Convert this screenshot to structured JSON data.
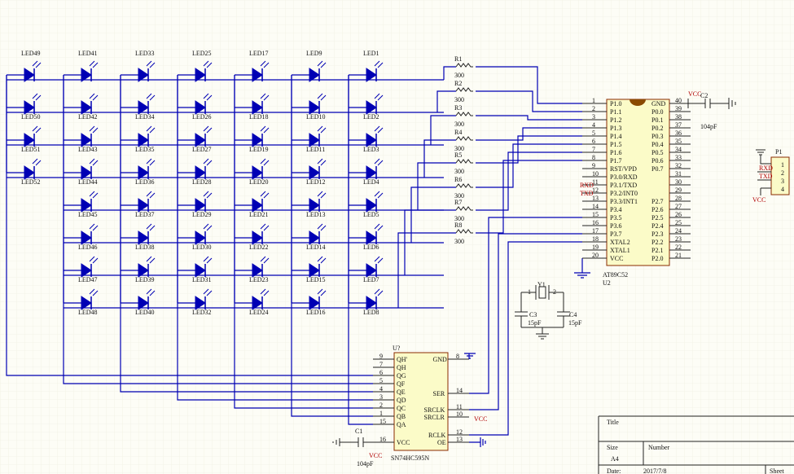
{
  "leds": {
    "cols": [
      {
        "labels": [
          "LED49",
          "LED50",
          "LED51",
          "LED52"
        ]
      },
      {
        "labels": [
          "LED41",
          "LED42",
          "LED43",
          "LED44",
          "LED45",
          "LED46",
          "LED47",
          "LED48"
        ]
      },
      {
        "labels": [
          "LED33",
          "LED34",
          "LED35",
          "LED36",
          "LED37",
          "LED38",
          "LED39",
          "LED40"
        ]
      },
      {
        "labels": [
          "LED25",
          "LED26",
          "LED27",
          "LED28",
          "LED29",
          "LED30",
          "LED31",
          "LED32"
        ]
      },
      {
        "labels": [
          "LED17",
          "LED18",
          "LED19",
          "LED20",
          "LED21",
          "LED22",
          "LED23",
          "LED24"
        ]
      },
      {
        "labels": [
          "LED9",
          "LED10",
          "LED11",
          "LED12",
          "LED13",
          "LED14",
          "LED15",
          "LED16"
        ]
      },
      {
        "labels": [
          "LED1",
          "LED2",
          "LED3",
          "LED4",
          "LED5",
          "LED6",
          "LED7",
          "LED8"
        ]
      }
    ]
  },
  "resistors": [
    {
      "ref": "R1",
      "value": "300"
    },
    {
      "ref": "R2",
      "value": "300"
    },
    {
      "ref": "R3",
      "value": "300"
    },
    {
      "ref": "R4",
      "value": "300"
    },
    {
      "ref": "R5",
      "value": "300"
    },
    {
      "ref": "R6",
      "value": "300"
    },
    {
      "ref": "R7",
      "value": "300"
    },
    {
      "ref": "R8",
      "value": "300"
    }
  ],
  "mcu": {
    "ref": "U2",
    "part": "AT89C52",
    "left_pins": [
      {
        "n": "1",
        "name": "P1.0"
      },
      {
        "n": "2",
        "name": "P1.1"
      },
      {
        "n": "3",
        "name": "P1.2"
      },
      {
        "n": "4",
        "name": "P1.3"
      },
      {
        "n": "5",
        "name": "P1.4"
      },
      {
        "n": "6",
        "name": "P1.5"
      },
      {
        "n": "7",
        "name": "P1.6"
      },
      {
        "n": "8",
        "name": "P1.7"
      },
      {
        "n": "9",
        "name": "RST/VPD"
      },
      {
        "n": "10",
        "name": "P3.0/RXD"
      },
      {
        "n": "11",
        "name": "P3.1/TXD"
      },
      {
        "n": "12",
        "name": "P3.2/INT0"
      },
      {
        "n": "13",
        "name": "P3.3/INT1"
      },
      {
        "n": "14",
        "name": "P3.4"
      },
      {
        "n": "15",
        "name": "P3.5"
      },
      {
        "n": "16",
        "name": "P3.6"
      },
      {
        "n": "17",
        "name": "P3.7"
      },
      {
        "n": "18",
        "name": "XTAL2"
      },
      {
        "n": "19",
        "name": "XTAL1"
      },
      {
        "n": "20",
        "name": "VCC"
      }
    ],
    "right_pins": [
      {
        "n": "40",
        "name": "GND"
      },
      {
        "n": "39",
        "name": "P0.0"
      },
      {
        "n": "38",
        "name": "P0.1"
      },
      {
        "n": "37",
        "name": "P0.2"
      },
      {
        "n": "36",
        "name": "P0.3"
      },
      {
        "n": "35",
        "name": "P0.4"
      },
      {
        "n": "34",
        "name": "P0.5"
      },
      {
        "n": "33",
        "name": "P0.6"
      },
      {
        "n": "32",
        "name": "P0.7"
      },
      {
        "n": "31",
        "name": ""
      },
      {
        "n": "30",
        "name": ""
      },
      {
        "n": "29",
        "name": ""
      },
      {
        "n": "28",
        "name": "P2.7"
      },
      {
        "n": "27",
        "name": "P2.6"
      },
      {
        "n": "26",
        "name": "P2.5"
      },
      {
        "n": "25",
        "name": "P2.4"
      },
      {
        "n": "24",
        "name": "P2.3"
      },
      {
        "n": "23",
        "name": "P2.2"
      },
      {
        "n": "22",
        "name": "P2.1"
      },
      {
        "n": "21",
        "name": "P2.0"
      }
    ],
    "net_rxd": "RXD",
    "net_txd": "TXD"
  },
  "shift_register": {
    "ref": "U?",
    "part": "SN74HC595N",
    "left_pins": [
      {
        "n": "9",
        "name": "QH'"
      },
      {
        "n": "7",
        "name": "QH"
      },
      {
        "n": "6",
        "name": "QG"
      },
      {
        "n": "5",
        "name": "QF"
      },
      {
        "n": "4",
        "name": "QE"
      },
      {
        "n": "3",
        "name": "QD"
      },
      {
        "n": "2",
        "name": "QC"
      },
      {
        "n": "1",
        "name": "QB"
      },
      {
        "n": "15",
        "name": "QA"
      },
      {
        "n": "16",
        "name": "VCC"
      }
    ],
    "right_pins": [
      {
        "n": "8",
        "name": "GND"
      },
      {
        "n": "14",
        "name": "SER"
      },
      {
        "n": "11",
        "name": "SRCLK"
      },
      {
        "n": "10",
        "name": "SRCLR"
      },
      {
        "n": "12",
        "name": "RCLK"
      },
      {
        "n": "13",
        "name": "OE"
      }
    ]
  },
  "caps": {
    "c2": {
      "ref": "C2",
      "value": "104pF"
    },
    "c1": {
      "ref": "C1",
      "value": "104pF"
    },
    "c3": {
      "ref": "C3",
      "value": "15pF"
    },
    "c4": {
      "ref": "C4",
      "value": "15pF"
    }
  },
  "crystal": {
    "ref": "Y1",
    "pin1": "1",
    "pin2": "2"
  },
  "connector": {
    "ref": "P1",
    "pins": [
      "1",
      "2",
      "3",
      "4"
    ],
    "nets": [
      "RXD",
      "TXD"
    ]
  },
  "power": {
    "vcc": "VCC"
  },
  "title_block": {
    "title_label": "Title",
    "size_label": "Size",
    "size_value": "A4",
    "number_label": "Number",
    "date_label": "Date:",
    "date_value": "2017/7/8",
    "sheet_label": "Sheet"
  },
  "colors": {
    "wire": "#0000b4",
    "led": "#0000b4",
    "body_fill": "#fbfbc8",
    "body_stroke": "#8a2a00",
    "grid": "#ededdf"
  }
}
